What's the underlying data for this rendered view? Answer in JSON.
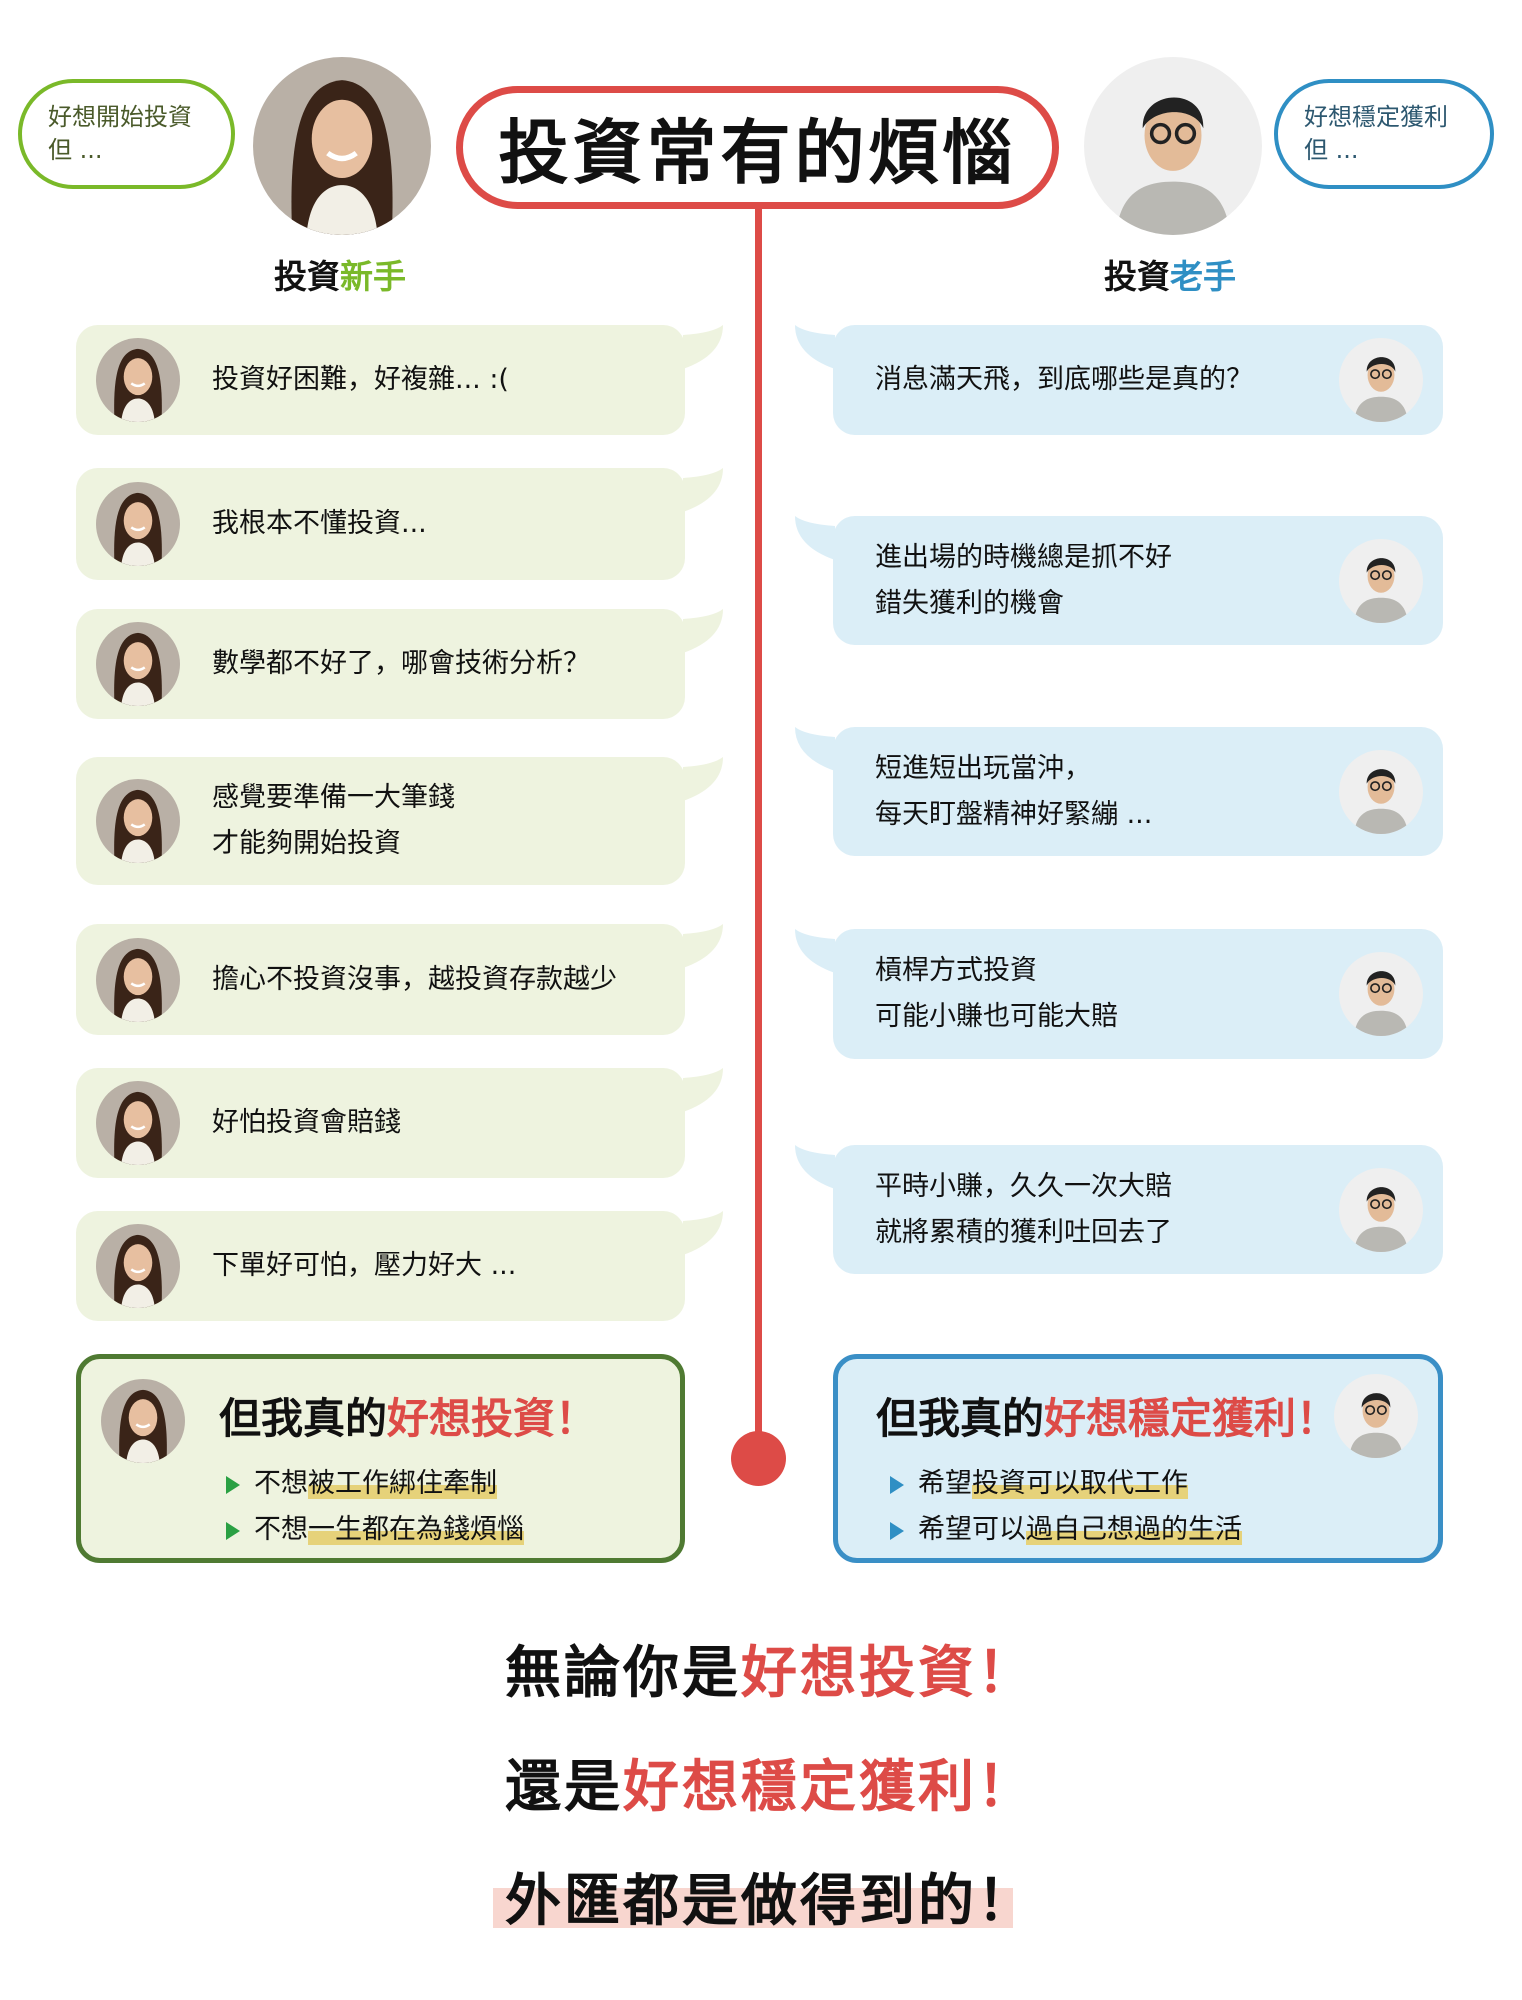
{
  "title": "投資常有的煩惱",
  "beginner": {
    "thought": [
      "好想開始投資",
      "但 ..."
    ],
    "role_a": "投資",
    "role_b": "新手",
    "color": "#7ab929"
  },
  "veteran": {
    "thought": [
      "好想穩定獲利",
      "但 ..."
    ],
    "role_a": "投資",
    "role_b": "老手",
    "color": "#2f8fc4"
  },
  "left_bubbles": [
    [
      "投資好困難，好複雜... :("
    ],
    [
      "我根本不懂投資..."
    ],
    [
      "數學都不好了，哪會技術分析？"
    ],
    [
      "感覺要準備一大筆錢",
      "才能夠開始投資"
    ],
    [
      "擔心不投資沒事，越投資存款越少"
    ],
    [
      "好怕投資會賠錢"
    ],
    [
      "下單好可怕，壓力好大 ..."
    ]
  ],
  "right_bubbles": [
    [
      "消息滿天飛，到底哪些是真的？"
    ],
    [
      "進出場的時機總是抓不好",
      "錯失獲利的機會"
    ],
    [
      "短進短出玩當沖，",
      "每天盯盤精神好緊繃 ..."
    ],
    [
      "槓桿方式投資",
      "可能小賺也可能大賠"
    ],
    [
      "平時小賺，久久一次大賠",
      "就將累積的獲利吐回去了"
    ]
  ],
  "final_left": {
    "prefix": "但我真的",
    "emph": "好想投資！",
    "items": [
      [
        "不想",
        "被工作綁住牽制"
      ],
      [
        "不想",
        "一生都在為錢煩惱"
      ]
    ]
  },
  "final_right": {
    "prefix": "但我真的",
    "emph": "好想穩定獲利！",
    "items": [
      [
        "希望",
        "投資可以取代工作"
      ],
      [
        "希望可以",
        "過自己想過的生活"
      ]
    ]
  },
  "bottom": {
    "l1a": "無論你是",
    "l1b": "好想投資！",
    "l2a": "還是",
    "l2b": "好想穩定獲利！",
    "l3": "外匯都是做得到的！"
  }
}
